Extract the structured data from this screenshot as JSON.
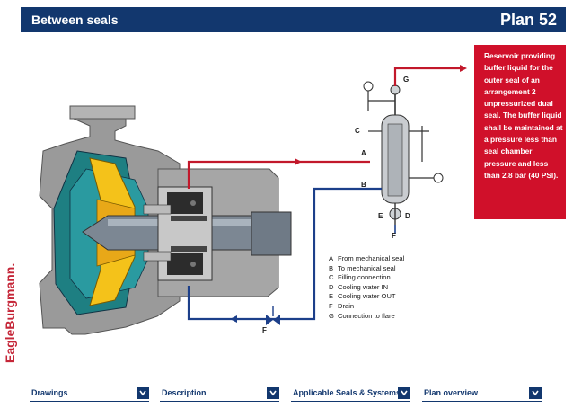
{
  "header": {
    "section_title": "Between seals",
    "plan_title": "Plan 52"
  },
  "sidebar": {
    "description": "Reservoir providing buffer liquid for the outer seal of an arrangement 2 unpressurized dual seal. The buffer liquid shall be maintained at a pressure less than seal chamber pressure and less than 2.8 bar (40 PSI)."
  },
  "brand": {
    "logo_text": "EagleBurgmann."
  },
  "diagram": {
    "point_labels": {
      "A": "A",
      "B": "B",
      "C": "C",
      "D": "D",
      "E": "E",
      "F": "F",
      "G": "G"
    }
  },
  "legend": {
    "items": [
      {
        "key": "A",
        "text": "From mechanical seal"
      },
      {
        "key": "B",
        "text": "To mechanical seal"
      },
      {
        "key": "C",
        "text": "Filling connection"
      },
      {
        "key": "D",
        "text": "Cooling water IN"
      },
      {
        "key": "E",
        "text": "Cooling water OUT"
      },
      {
        "key": "F",
        "text": "Drain"
      },
      {
        "key": "G",
        "text": "Connection to flare"
      }
    ]
  },
  "nav": {
    "drawings": "Drawings",
    "description": "Description",
    "applicable": "Applicable Seals & Systems",
    "overview": "Plan overview"
  },
  "colors": {
    "brand_blue": "#12376e",
    "accent_red": "#d0102a",
    "flow_blue": "#1c3f8a"
  }
}
